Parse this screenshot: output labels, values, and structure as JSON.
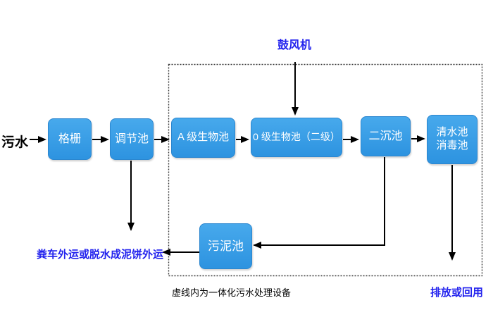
{
  "diagram": {
    "title_caption": "虚线内为一体化污水处理设备",
    "labels": {
      "sewage": "污水",
      "blower": "鼓风机",
      "sludge_out": "粪车外运或脱水成泥饼外运",
      "discharge": "排放或回用"
    },
    "nodes": {
      "grid": "格栅",
      "regulation": "调节池",
      "a_bio": "A 级生物池",
      "o_bio": "0 级生物池（二级）",
      "sedimentation": "二沉池",
      "clear_line1": "清水池",
      "clear_line2": "消毒池",
      "sludge": "污泥池"
    },
    "colors": {
      "node_fill_top": "#47a9ec",
      "node_fill_bottom": "#2d93e0",
      "node_border": "#2b86cf",
      "node_text": "#ffffff",
      "accent_text": "#2222ee",
      "caption_text": "#000000",
      "connector_line": "#000000",
      "dashed_boundary": "#3a3a3a"
    }
  }
}
